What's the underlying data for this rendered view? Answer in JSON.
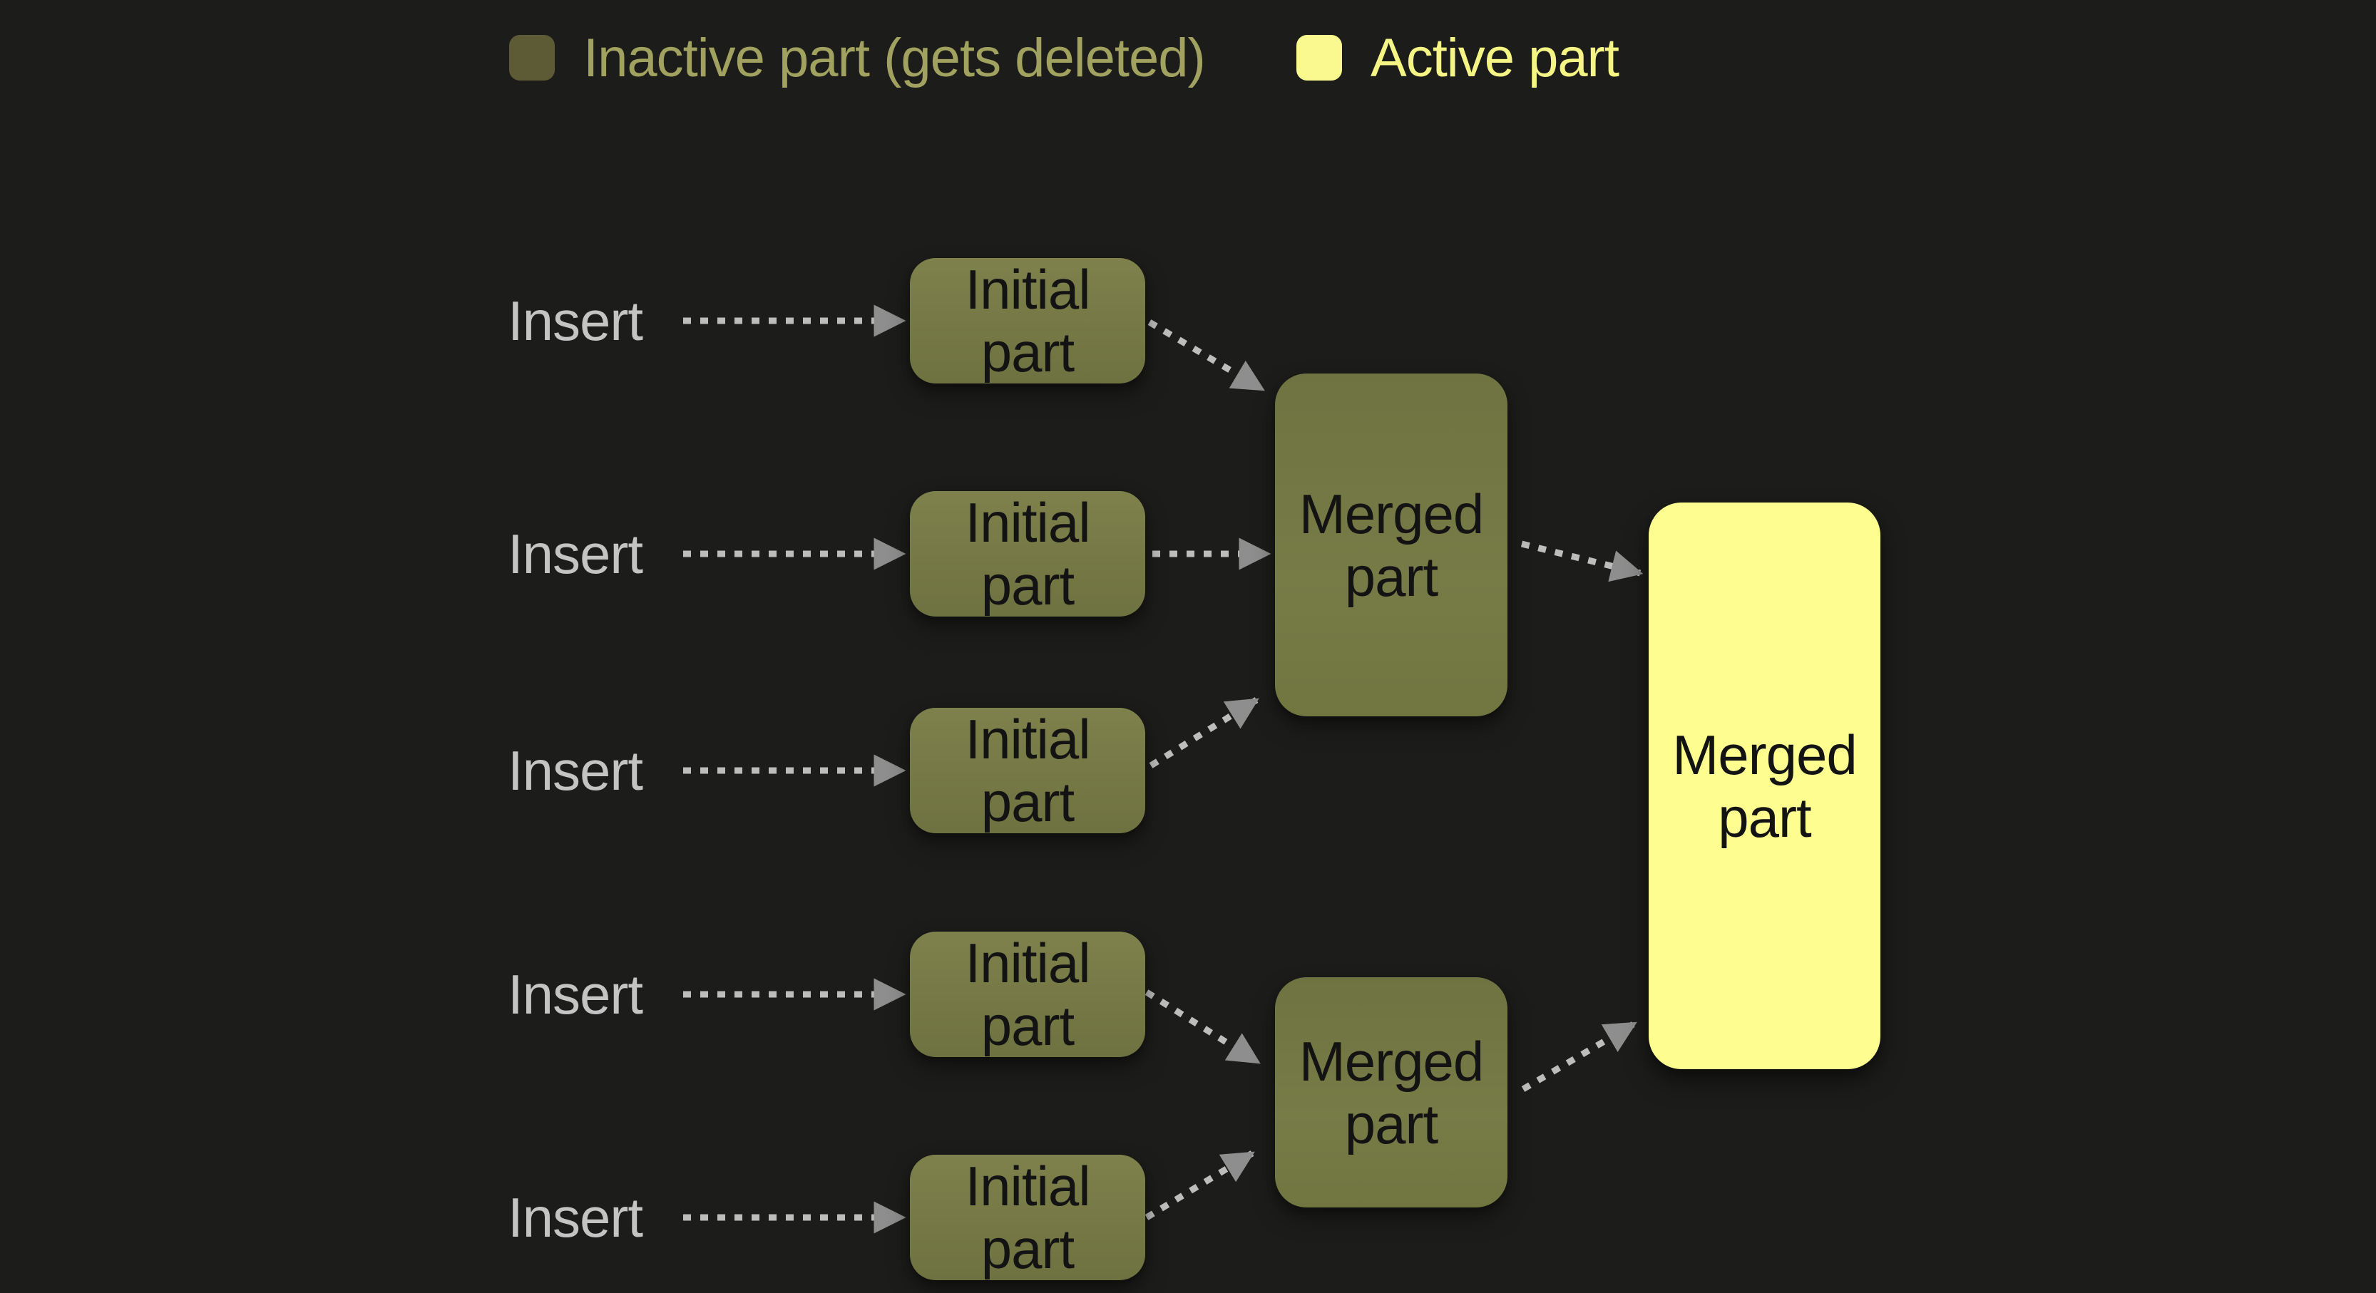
{
  "background_color": "#1c1c1a",
  "legend": {
    "items": [
      {
        "label": "Inactive part (gets deleted)",
        "swatch_color": "#5c5b35",
        "text_color": "#a1a160"
      },
      {
        "label": "Active part",
        "swatch_color": "#f9f98f",
        "text_color": "#f5f585"
      }
    ]
  },
  "diagram": {
    "insert_label": "Insert",
    "initial_part_label": "Initial part",
    "merged_part_label": "Merged part",
    "insert_rows": 5,
    "flow": [
      "Each Insert creates an Initial part",
      "Initial parts 1-3 merge into upper Merged part (inactive)",
      "Initial parts 4-5 merge into lower Merged part (inactive)",
      "Both inactive Merged parts merge into the final active Merged part"
    ],
    "colors": {
      "inactive_node_fill": "#747843",
      "active_node_fill": "#fdfd90",
      "node_text": "#131313",
      "insert_text": "#c4c4c4",
      "arrow_dash": "#bdbdbd",
      "arrow_head": "#8e8e8e"
    }
  }
}
